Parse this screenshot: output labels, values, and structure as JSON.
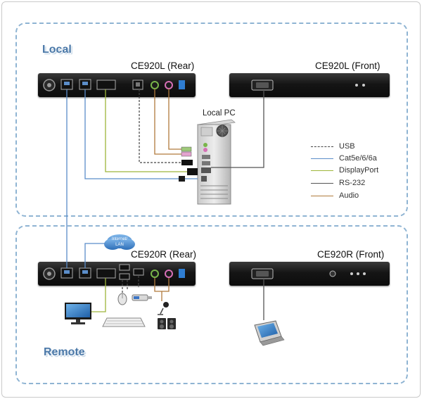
{
  "zones": {
    "local": {
      "title": "Local"
    },
    "remote": {
      "title": "Remote"
    }
  },
  "devices": {
    "local_rear": {
      "label": "CE920L (Rear)"
    },
    "local_front": {
      "label": "CE920L (Front)"
    },
    "remote_rear": {
      "label": "CE920R (Rear)"
    },
    "remote_front": {
      "label": "CE920R (Front)"
    }
  },
  "pc": {
    "label": "Local PC"
  },
  "cloud": {
    "line1": "Internet/",
    "line2": "LAN"
  },
  "legend": [
    {
      "label": "USB",
      "color": "#444444",
      "style": "dashed"
    },
    {
      "label": "Cat5e/6/6a",
      "color": "#5b8dc9",
      "style": "solid"
    },
    {
      "label": "DisplayPort",
      "color": "#9db53a",
      "style": "solid"
    },
    {
      "label": "RS-232",
      "color": "#555555",
      "style": "solid"
    },
    {
      "label": "Audio",
      "color": "#b07a3c",
      "style": "solid"
    }
  ],
  "colors": {
    "cat5": "#5b8dc9",
    "displayport": "#9db53a",
    "usb": "#444444",
    "rs232": "#555555",
    "audio": "#b07a3c",
    "zone_border": "#8fb4d3",
    "zone_title": "#4a78a8"
  }
}
